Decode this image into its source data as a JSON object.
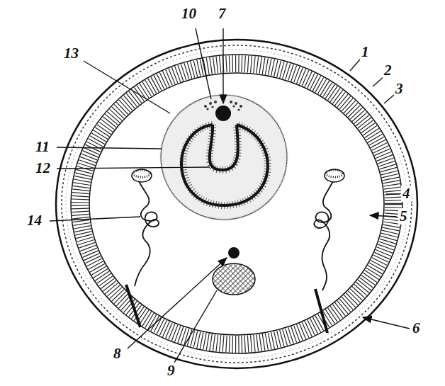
{
  "diagram": {
    "labels": [
      "10",
      "7",
      "1",
      "13",
      "2",
      "3",
      "11",
      "12",
      "4",
      "14",
      "5",
      "6",
      "8",
      "9"
    ]
  }
}
